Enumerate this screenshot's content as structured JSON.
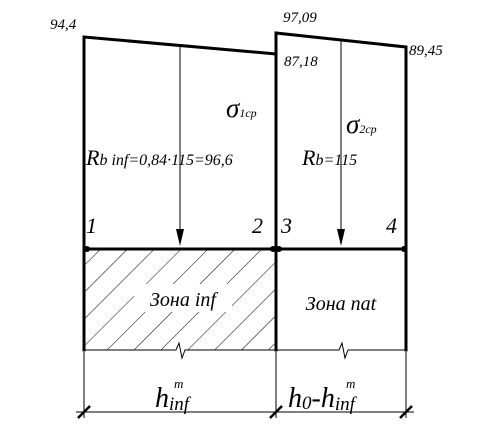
{
  "values": {
    "top_left": "94,4",
    "top_mid": "97,09",
    "mid_inner": "87,18",
    "top_right": "89,45"
  },
  "sigma1": {
    "symbol": "σ",
    "sub": "1cp"
  },
  "sigma2": {
    "symbol": "σ",
    "sub": "2cp"
  },
  "rb_inf": {
    "main": "R",
    "sub": "b inf",
    "expr": "=0,84·115=96,6"
  },
  "rb": {
    "main": "R",
    "sub": "b",
    "expr": "=115"
  },
  "points": {
    "p1": "1",
    "p2": "2",
    "p3": "3",
    "p4": "4"
  },
  "zones": {
    "inf": "Зона inf",
    "nat": "Зона nat"
  },
  "dims": {
    "left": {
      "main": "h",
      "sub": "inf",
      "sup": "m"
    },
    "right": {
      "main": "h",
      "sub0": "0",
      "dash": "-h",
      "sub": "inf",
      "sup": "m"
    }
  },
  "colors": {
    "line": "#000000",
    "background": "#ffffff"
  }
}
